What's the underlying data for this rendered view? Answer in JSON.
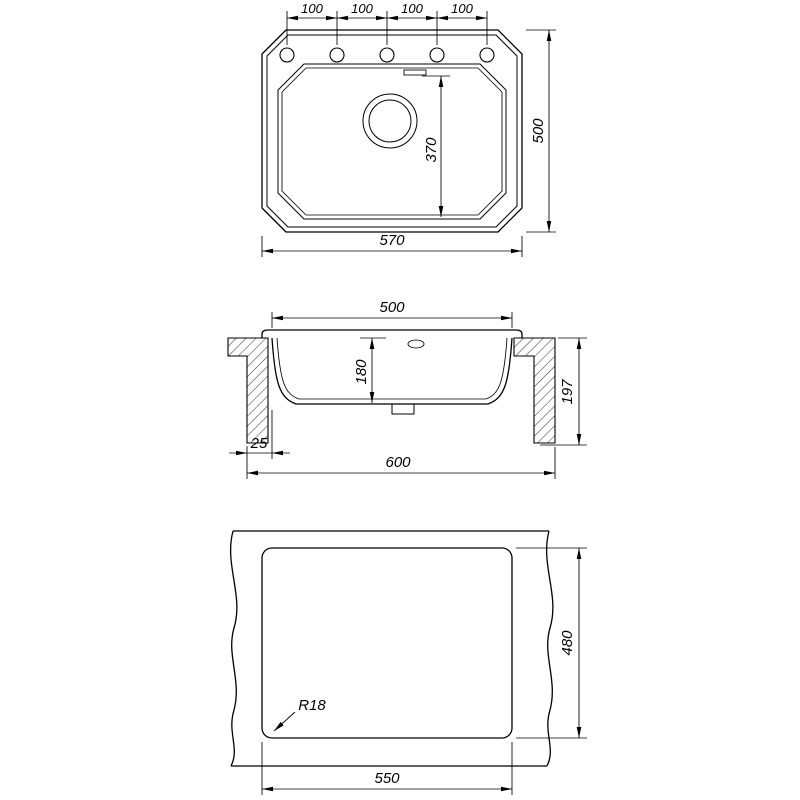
{
  "colors": {
    "line": "#000000",
    "background": "#ffffff"
  },
  "top_view": {
    "spacing_labels": [
      "100",
      "100",
      "100",
      "100"
    ],
    "drain_offset_label": "370",
    "width_label": "570",
    "height_label": "500"
  },
  "section_view": {
    "inner_width_label": "500",
    "depth_label": "180",
    "overall_depth_label": "197",
    "offset_label": "25",
    "overall_width_label": "600"
  },
  "cutout_view": {
    "radius_label": "R18",
    "height_label": "480",
    "width_label": "550"
  }
}
